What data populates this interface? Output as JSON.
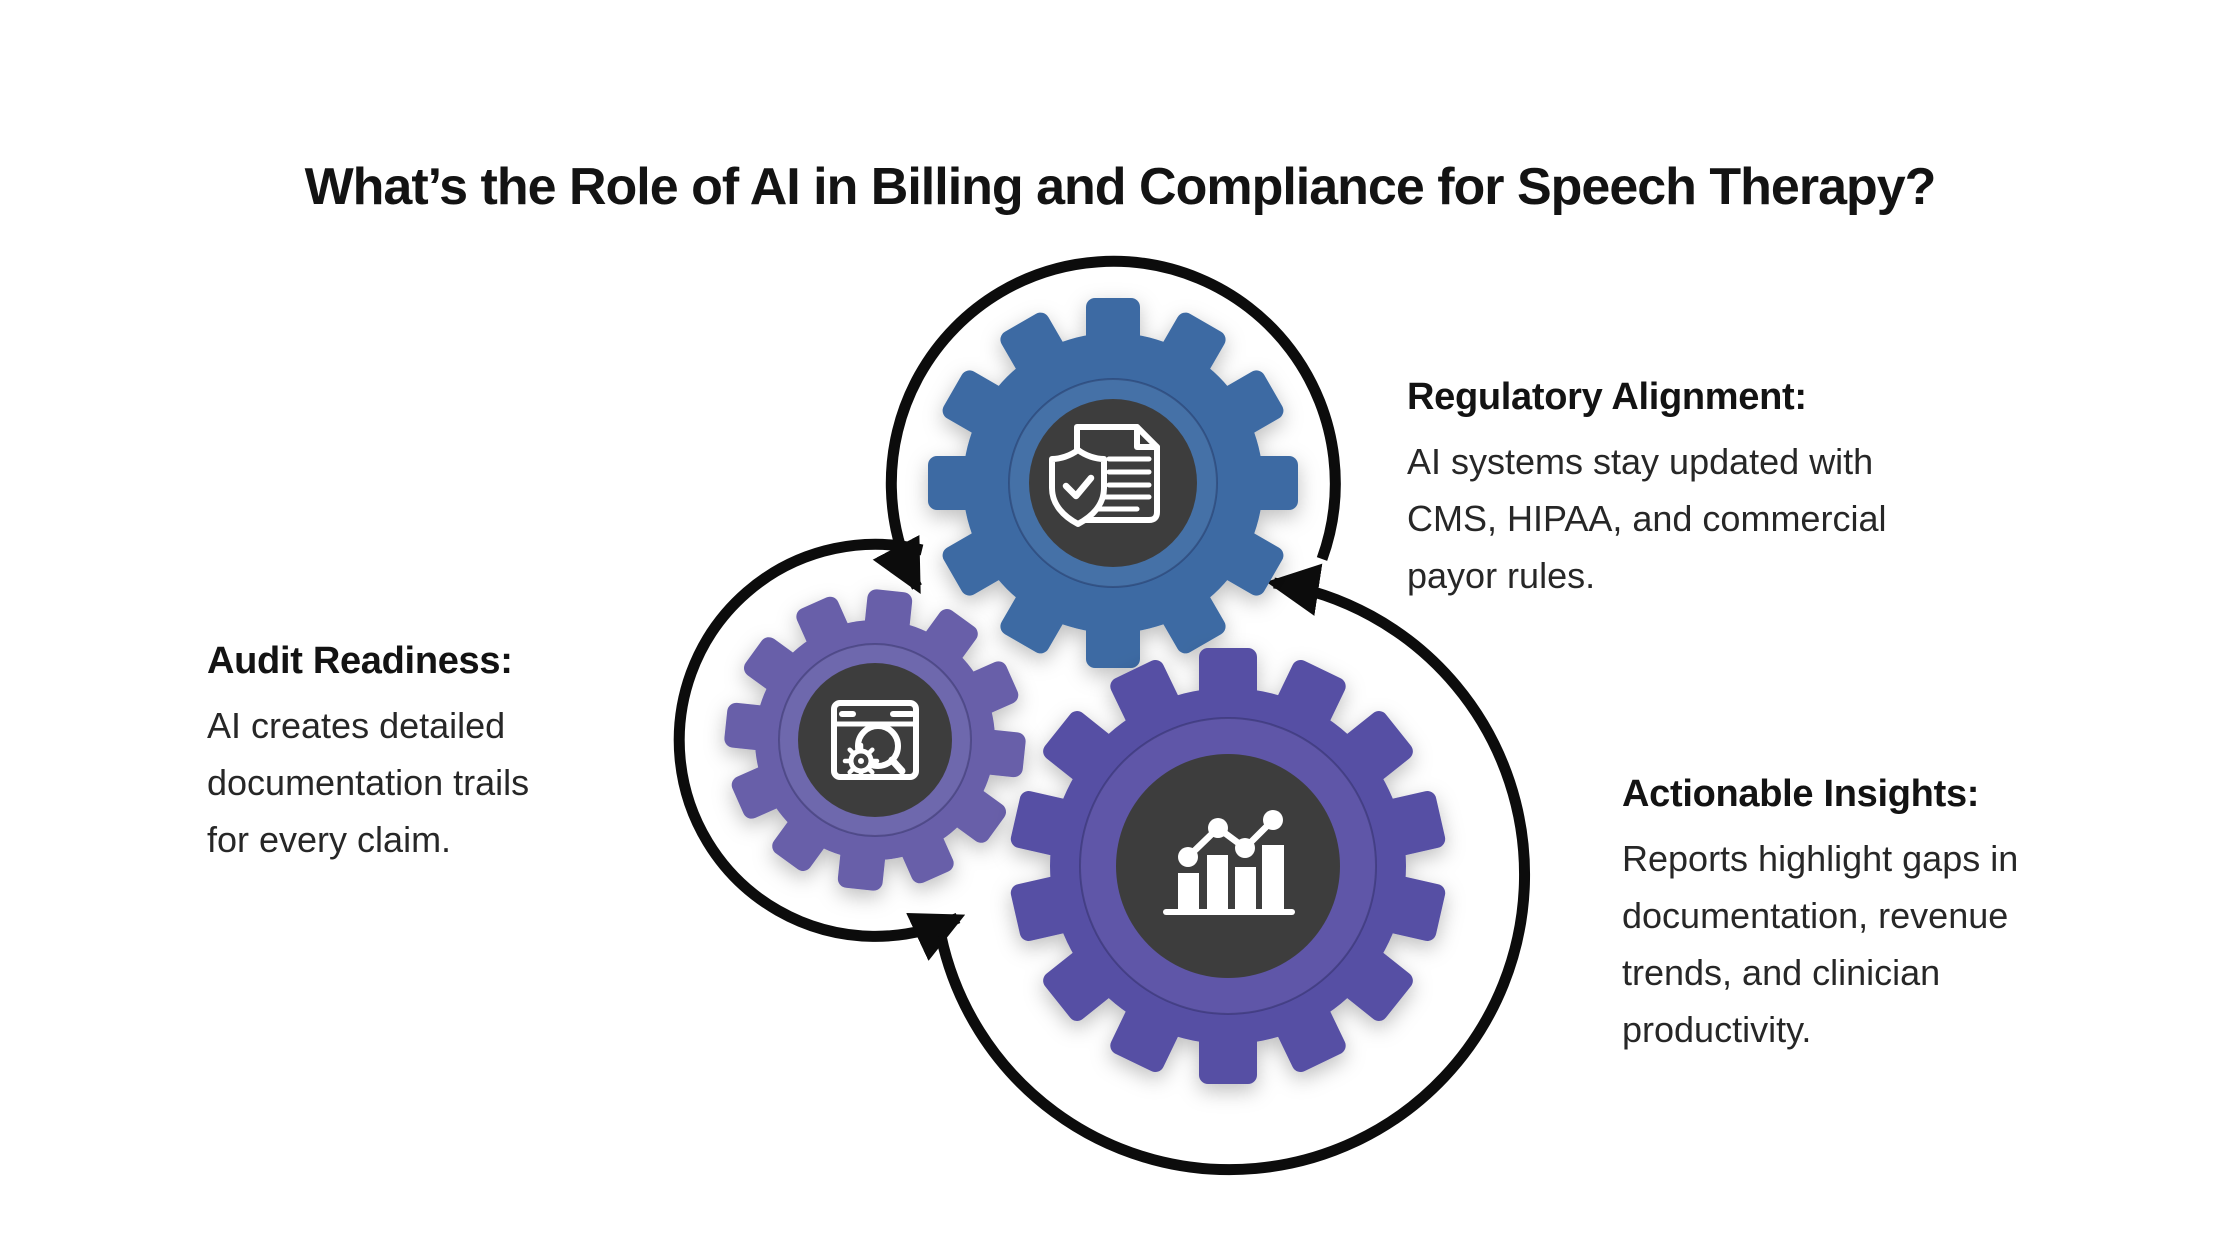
{
  "title": "What’s the Role of AI in Billing and Compliance for Speech Therapy?",
  "colors": {
    "background": "#ffffff",
    "text_heading": "#131313",
    "text_body": "#272727",
    "arrow": "#0c0c0c",
    "icon_circle": "#3e3e3e",
    "icon_stroke": "#ffffff",
    "gear_top_gradient": [
      "#3c6aa3",
      "#3fa97a"
    ],
    "gear_left_gradient": [
      "#675fa9",
      "#a39db1"
    ],
    "gear_big_gradient": [
      "#564fa4",
      "#7b76b8"
    ]
  },
  "items": [
    {
      "id": "regulatory-alignment",
      "heading": "Regulatory Alignment:",
      "body": "AI systems stay updated with\nCMS, HIPAA, and commercial\npayor rules.",
      "icon": "shield-document-icon"
    },
    {
      "id": "audit-readiness",
      "heading": "Audit Readiness:",
      "body": "AI creates detailed\ndocumentation trails\nfor every claim.",
      "icon": "audit-browser-search-icon"
    },
    {
      "id": "actionable-insights",
      "heading": "Actionable Insights:",
      "body": "Reports highlight gaps in\ndocumentation, revenue\ntrends, and clinician\nproductivity.",
      "icon": "analytics-chart-icon"
    }
  ]
}
